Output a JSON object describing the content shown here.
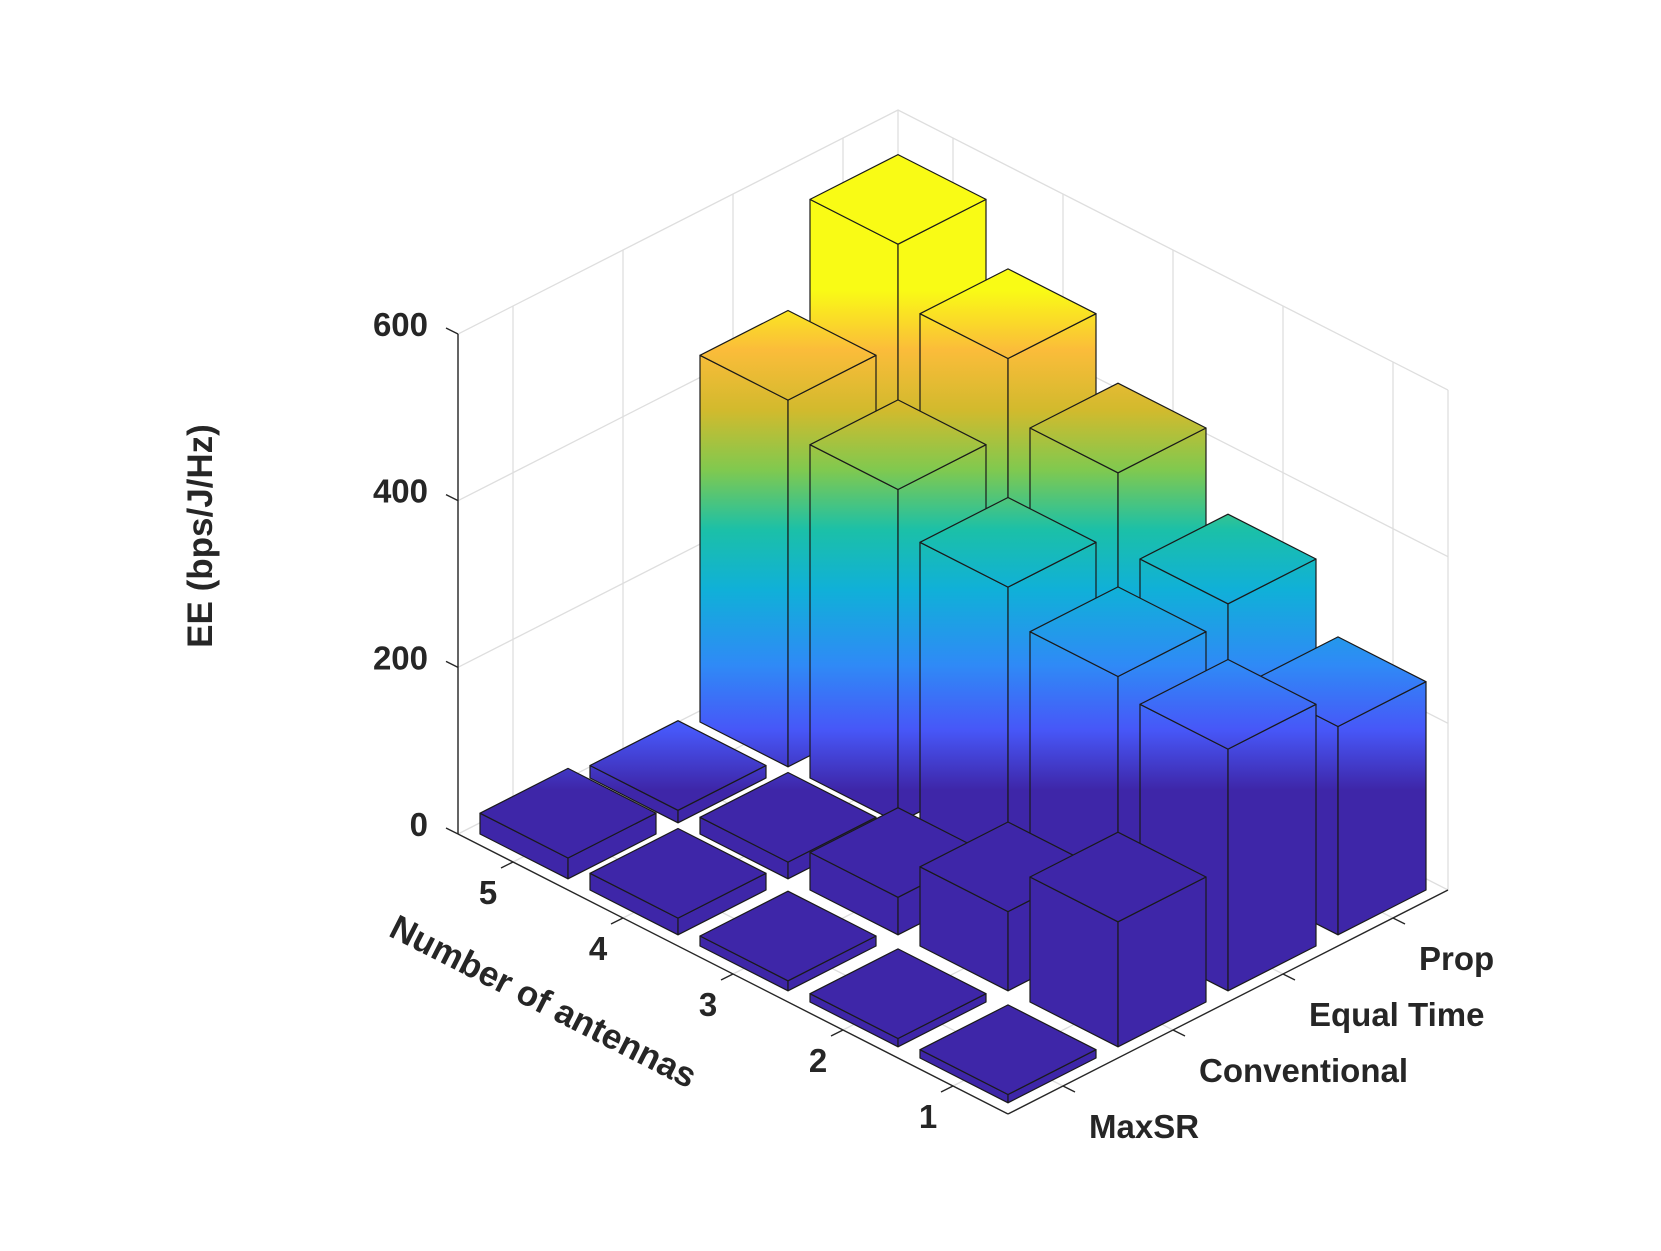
{
  "chart_data": {
    "type": "bar3d",
    "zlabel": "EE (bps/J/Hz)",
    "xlabel": "Number of antennas",
    "ylabel": "",
    "x_categories": [
      "1",
      "2",
      "3",
      "4",
      "5"
    ],
    "y_categories": [
      "MaxSR",
      "Conventional",
      "Equal Time",
      "Prop"
    ],
    "zlim": [
      0,
      600
    ],
    "z_ticks": [
      "0",
      "200",
      "400",
      "600"
    ],
    "grid": true,
    "colormap": "parula",
    "series": [
      {
        "name": "MaxSR",
        "values": [
          10,
          10,
          12,
          20,
          25
        ]
      },
      {
        "name": "Conventional",
        "values": [
          150,
          95,
          45,
          20,
          15
        ]
      },
      {
        "name": "Equal Time",
        "values": [
          290,
          310,
          350,
          400,
          440
        ]
      },
      {
        "name": "Prop",
        "values": [
          250,
          330,
          420,
          490,
          560
        ]
      }
    ]
  }
}
